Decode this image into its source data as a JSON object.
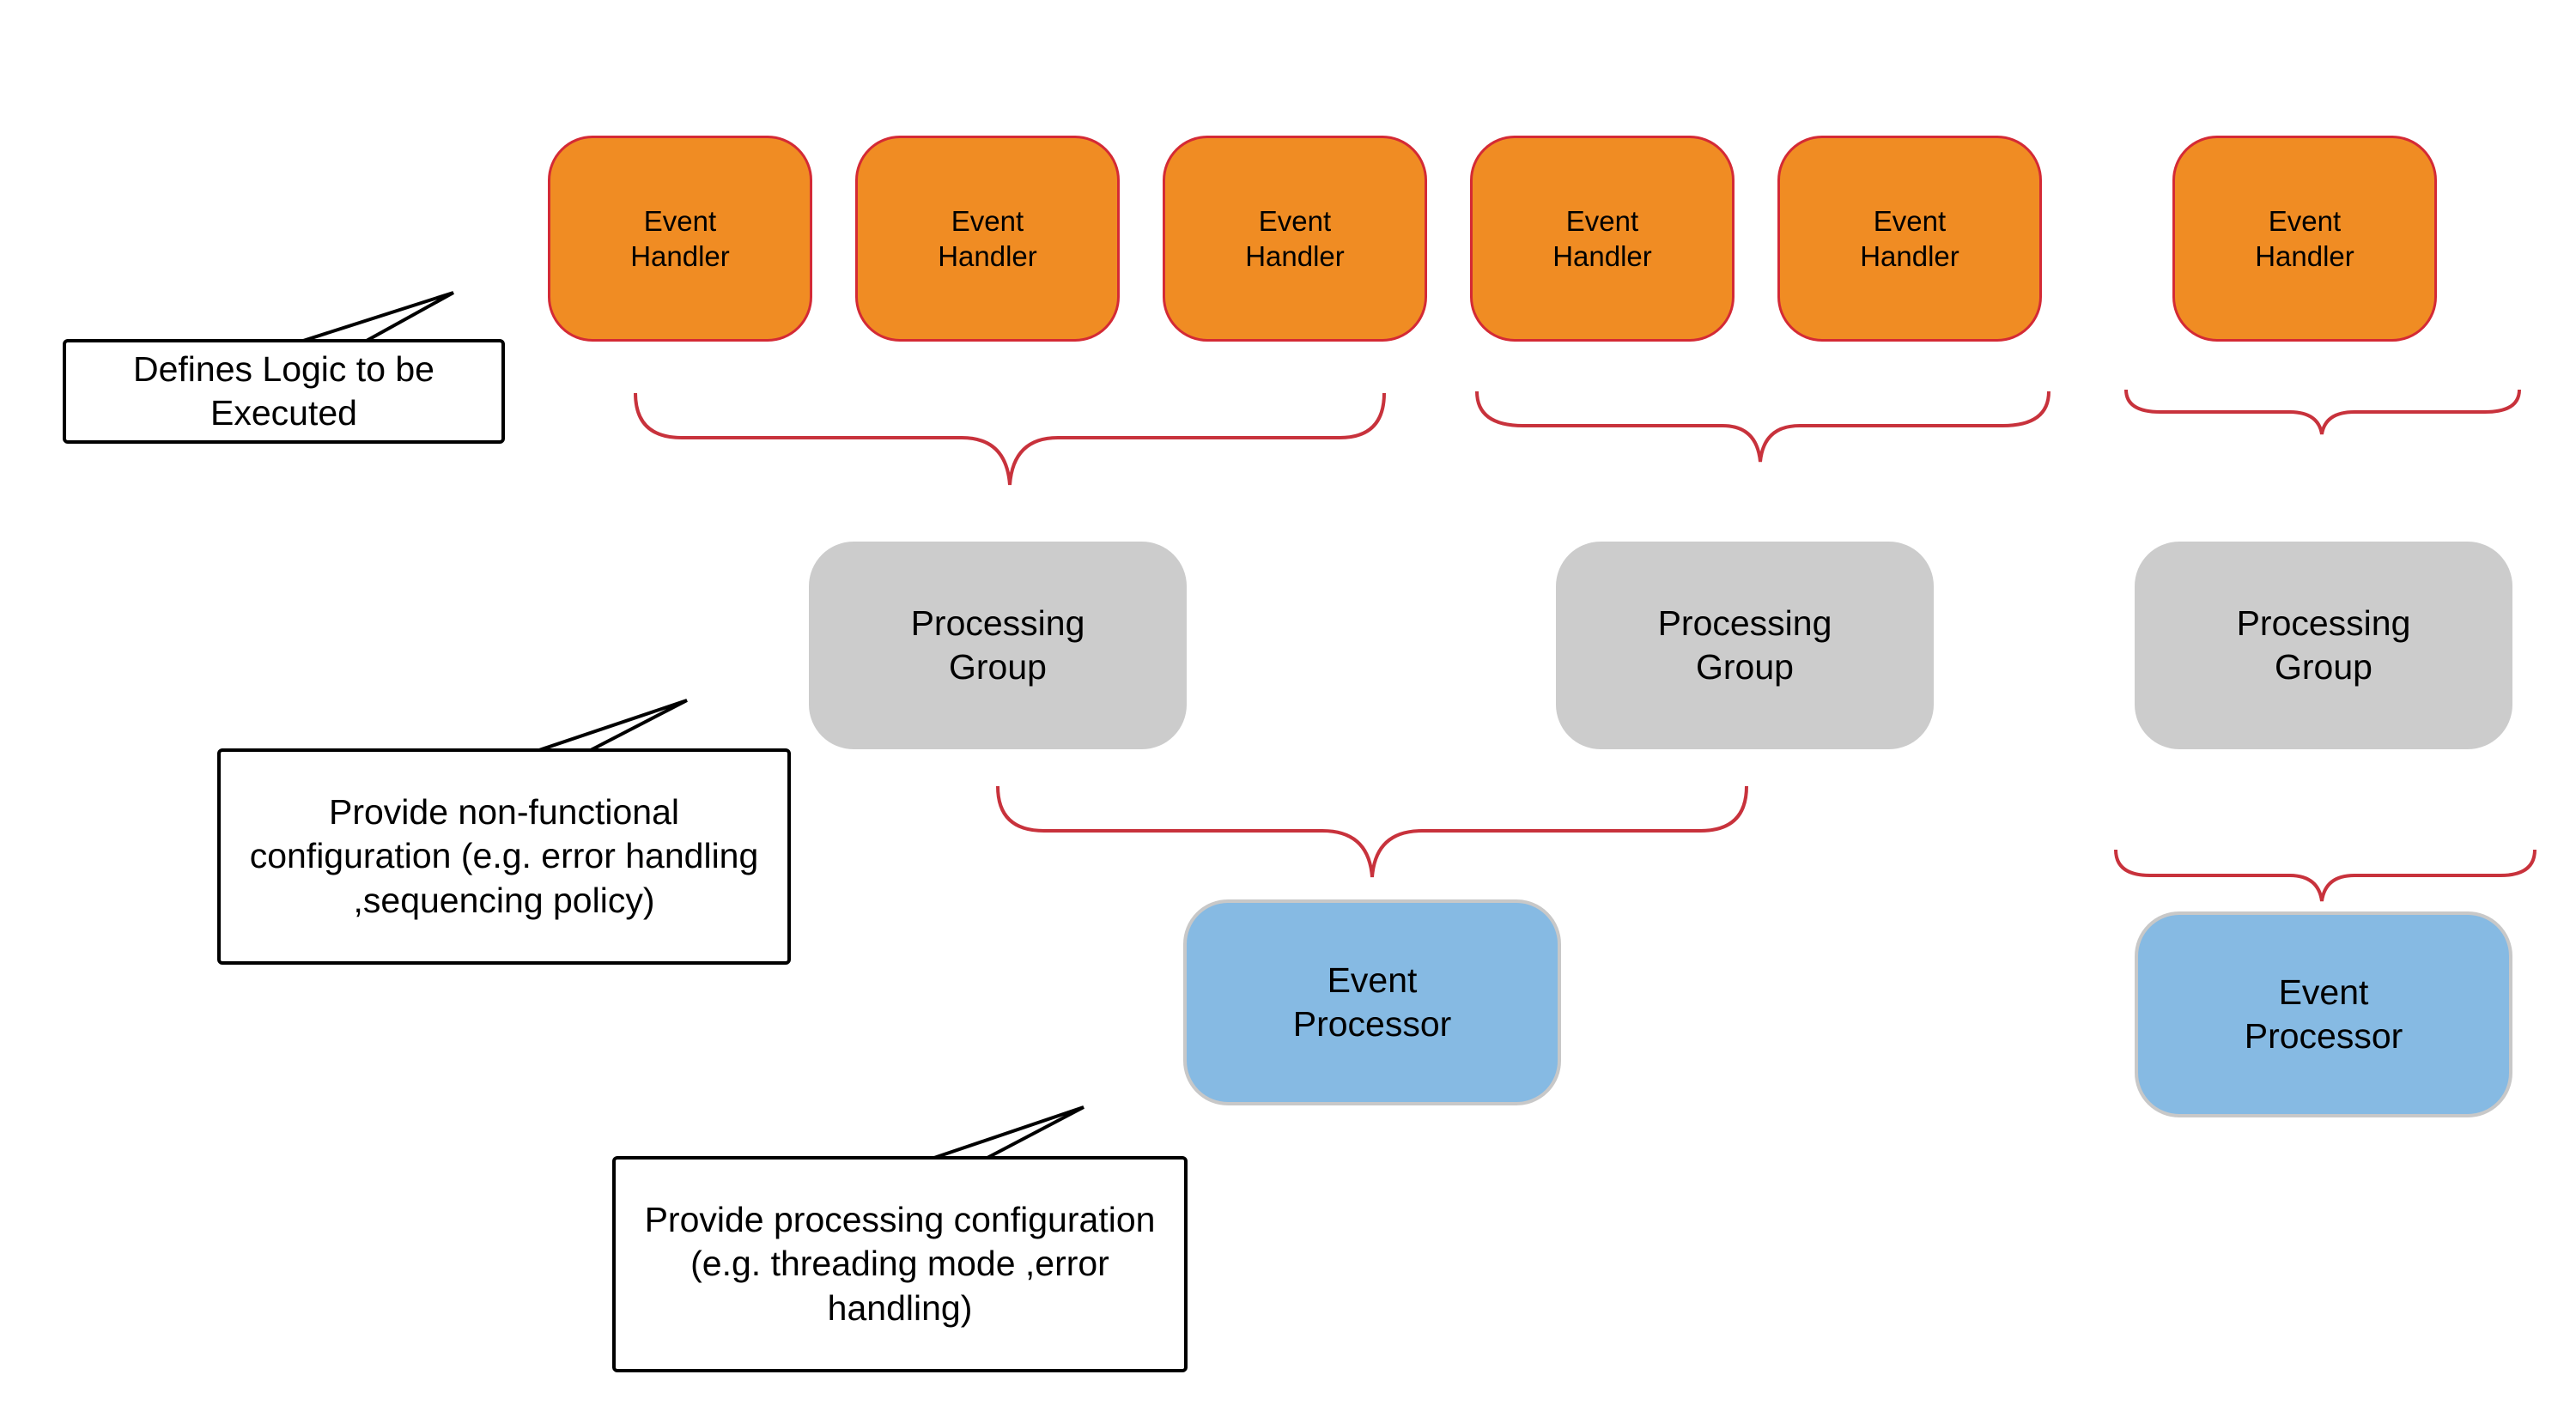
{
  "colors": {
    "handler_fill": "#F08C23",
    "handler_border": "#D42A35",
    "group_fill": "#CCCCCC",
    "processor_fill": "#86BAE3",
    "brace": "#C8323C",
    "callout_border": "#000000"
  },
  "event_handlers": [
    {
      "label": "Event\nHandler"
    },
    {
      "label": "Event\nHandler"
    },
    {
      "label": "Event\nHandler"
    },
    {
      "label": "Event\nHandler"
    },
    {
      "label": "Event\nHandler"
    },
    {
      "label": "Event\nHandler"
    }
  ],
  "processing_groups": [
    {
      "label": "Processing\nGroup"
    },
    {
      "label": "Processing\nGroup"
    },
    {
      "label": "Processing\nGroup"
    }
  ],
  "event_processors": [
    {
      "label": "Event\nProcessor"
    },
    {
      "label": "Event\nProcessor"
    }
  ],
  "callouts": {
    "handler_note": "Defines Logic to be\nExecuted",
    "group_note": "Provide non-functional\nconfiguration (e.g. error handling\n,sequencing policy)",
    "processor_note": "Provide processing configuration\n(e.g. threading mode ,error\nhandling)"
  }
}
